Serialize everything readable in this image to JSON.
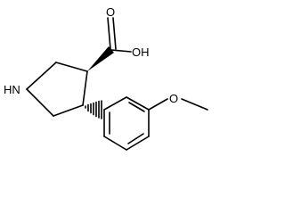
{
  "molecule": {
    "atoms": {
      "oh_label": "OH",
      "o_carbonyl_label": "O",
      "nh_label": "HN",
      "o_methoxy_label": "O"
    },
    "colors": {
      "bond": "#000000",
      "label": "#000000",
      "background": "#ffffff"
    }
  }
}
